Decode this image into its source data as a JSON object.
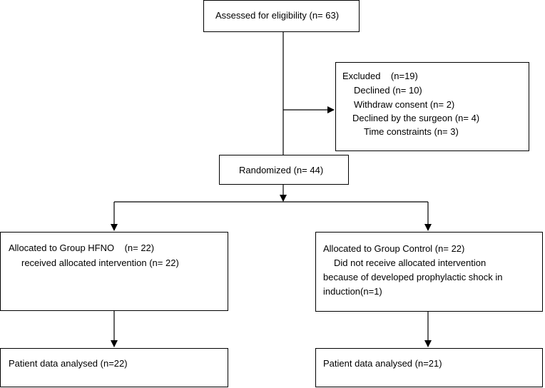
{
  "assessed": {
    "text": "Assessed for eligibility (n= 63)"
  },
  "excluded": {
    "title": "Excluded    (n=19)",
    "declined": "Declined (n= 10)",
    "withdraw": "Withdraw consent (n= 2)",
    "surgeon": "Declined by the surgeon (n= 4)",
    "time": "Time constraints (n= 3)"
  },
  "randomized": {
    "text": "Randomized (n= 44)"
  },
  "hfno": {
    "title": "Allocated to Group HFNO    (n= 22)",
    "received": "received allocated intervention (n= 22)",
    "analysed": "Patient data analysed (n=22)"
  },
  "control": {
    "title": "Allocated to Group Control (n= 22)",
    "line1": "Did not receive allocated intervention",
    "line2": "because of developed prophylactic shock in",
    "line3": "induction(n=1)",
    "analysed": "Patient data analysed (n=21)"
  }
}
